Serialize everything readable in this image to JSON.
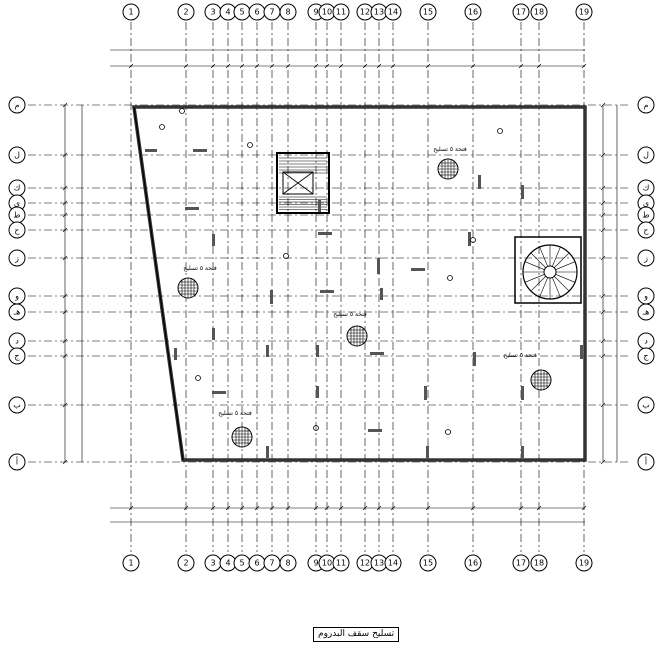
{
  "drawing_title": "تسليح سقف البدروم",
  "column_grid_labels": [
    "1",
    "2",
    "3",
    "4",
    "5",
    "6",
    "7",
    "8",
    "9",
    "10",
    "11",
    "12",
    "13",
    "14",
    "15",
    "16",
    "17",
    "18",
    "19"
  ],
  "row_grid_labels": [
    "م",
    "ل",
    "ك",
    "ي",
    "ط",
    "ح",
    "ز",
    "و",
    "هـ",
    "د",
    "ج",
    "ب",
    "أ"
  ],
  "room_labels": [
    {
      "id": "r1",
      "text": "فتحة ٥ تسليح"
    },
    {
      "id": "r2",
      "text": "فتحة ٥ تسليح"
    },
    {
      "id": "r3",
      "text": "فتحة ٥ تسليح"
    },
    {
      "id": "r4",
      "text": "فتحة ٥ تسليح"
    },
    {
      "id": "r5",
      "text": "فتحة ٥ تسليح"
    }
  ],
  "colors": {
    "line": "#000000",
    "wall": "#333333",
    "background": "#ffffff"
  }
}
